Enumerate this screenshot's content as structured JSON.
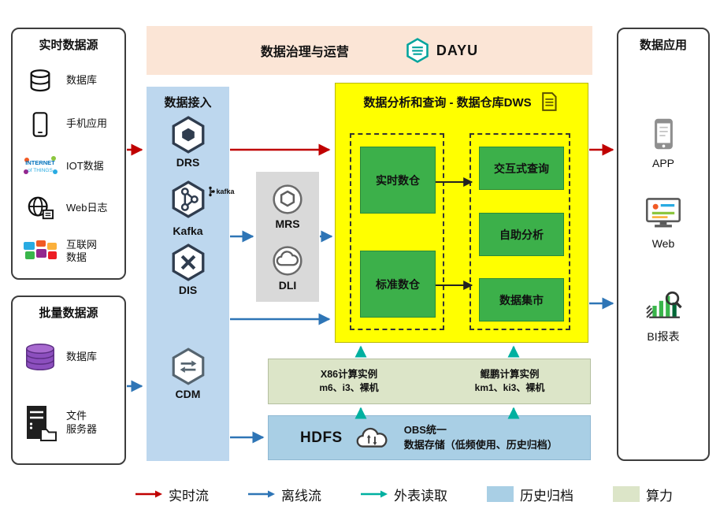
{
  "governance": {
    "title": "数据治理与运营",
    "logo_text": "DAYU"
  },
  "realtime_sources": {
    "title": "实时数据源",
    "items": [
      {
        "label": "数据库",
        "icon": "database-icon"
      },
      {
        "label": "手机应用",
        "icon": "phone-icon"
      },
      {
        "label": "IOT数据",
        "icon": "iot-icon"
      },
      {
        "label": "Web日志",
        "icon": "globe-icon"
      },
      {
        "label": "互联网\n数据",
        "icon": "internet-data-icon"
      }
    ]
  },
  "batch_sources": {
    "title": "批量数据源",
    "items": [
      {
        "label": "数据库",
        "icon": "database-stack-icon"
      },
      {
        "label": "文件\n服务器",
        "icon": "file-server-icon"
      }
    ]
  },
  "ingestion": {
    "title": "数据接入",
    "items": [
      {
        "label": "DRS",
        "icon": "drs-icon"
      },
      {
        "label": "Kafka",
        "icon": "kafka-icon",
        "wordmark": "kafka"
      },
      {
        "label": "DIS",
        "icon": "dis-icon"
      },
      {
        "label": "CDM",
        "icon": "cdm-icon"
      }
    ]
  },
  "processing": {
    "items": [
      {
        "label": "MRS",
        "icon": "mrs-icon"
      },
      {
        "label": "DLI",
        "icon": "dli-icon"
      }
    ]
  },
  "dws": {
    "title": "数据分析和查询 - 数据仓库DWS",
    "left_modules": [
      {
        "label": "实时数仓"
      },
      {
        "label": "标准数仓"
      }
    ],
    "right_modules": [
      {
        "label": "交互式查询"
      },
      {
        "label": "自助分析"
      },
      {
        "label": "数据集市"
      }
    ]
  },
  "compute": {
    "clusters": [
      {
        "title": "X86计算实例",
        "subtitle": "m6、i3、裸机"
      },
      {
        "title": "鲲鹏计算实例",
        "subtitle": "km1、ki3、裸机"
      }
    ]
  },
  "storage": {
    "hdfs_label": "HDFS",
    "obs_text": "OBS统一\n数据存储（低频使用、历史归档）"
  },
  "applications": {
    "title": "数据应用",
    "items": [
      {
        "label": "APP",
        "icon": "phone-icon"
      },
      {
        "label": "Web",
        "icon": "monitor-icon"
      },
      {
        "label": "BI报表",
        "icon": "bi-chart-icon"
      }
    ]
  },
  "legend": {
    "items": [
      {
        "label": "实时流",
        "type": "arrow",
        "color": "#c00000"
      },
      {
        "label": "离线流",
        "type": "arrow",
        "color": "#2e75b6"
      },
      {
        "label": "外表读取",
        "type": "arrow",
        "color": "#00b0a0"
      },
      {
        "label": "历史归档",
        "type": "swatch",
        "color": "#a9cfe5"
      },
      {
        "label": "算力",
        "type": "swatch",
        "color": "#dce5c8"
      }
    ]
  },
  "colors": {
    "realtime_flow": "#c00000",
    "offline_flow": "#2e75b6",
    "external_read": "#00b0a0",
    "governance_bg": "#fbe5d6",
    "ingestion_bg": "#bdd7ee",
    "processing_bg": "#d9d9d9",
    "dws_bg": "#ffff00",
    "module_green": "#3cb04a",
    "compute_bg": "#dce5c8",
    "storage_bg": "#a9cfe5"
  }
}
